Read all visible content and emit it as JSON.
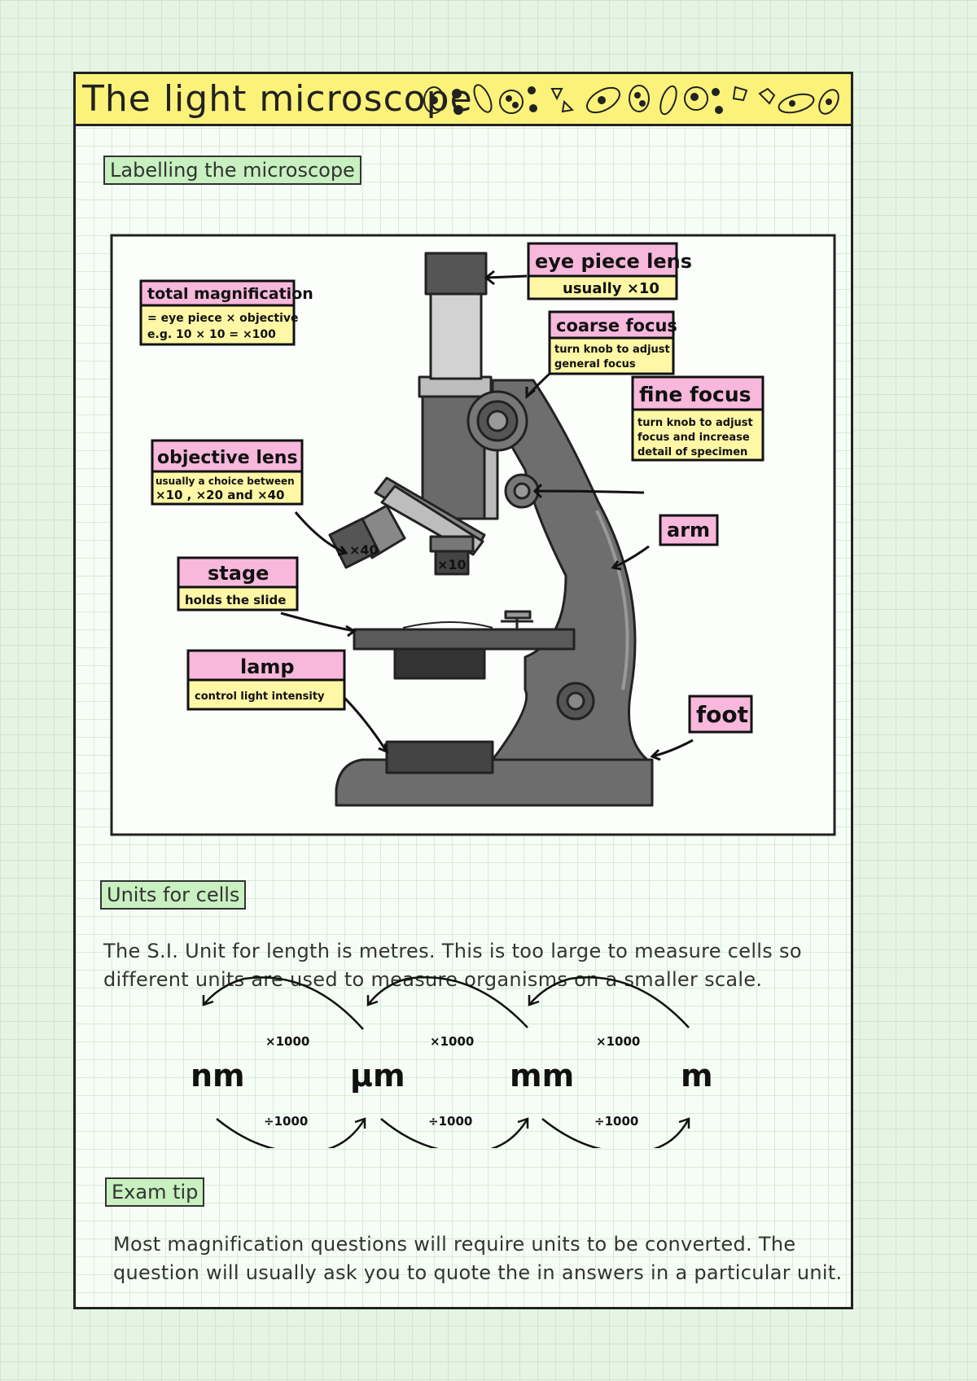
{
  "title": "The light microscope",
  "sections": {
    "labelling": "Labelling the microscope",
    "units": "Units for cells",
    "exam_tip": "Exam tip"
  },
  "labels": {
    "total_magnification": {
      "title": "total magnification",
      "line1": "= eye piece × objective",
      "line2": "e.g. 10 × 10 = ×100"
    },
    "eye_piece": {
      "title": "eye piece lens",
      "line1": "usually ×10"
    },
    "coarse_focus": {
      "title": "coarse focus",
      "line1": "turn knob to adjust",
      "line2": "general focus"
    },
    "fine_focus": {
      "title": "fine focus",
      "line1": "turn knob to adjust",
      "line2": "focus and increase",
      "line3": "detail of specimen"
    },
    "objective": {
      "title": "objective lens",
      "line1": "usually a choice between",
      "line2": "×10 , ×20 and ×40"
    },
    "arm": {
      "title": "arm"
    },
    "stage": {
      "title": "stage",
      "line1": "holds the slide"
    },
    "lamp": {
      "title": "lamp",
      "line1": "control light intensity"
    },
    "foot": {
      "title": "foot"
    },
    "lens_x40": "×40",
    "lens_x10": "×10"
  },
  "units_text": {
    "line1": "The S.I. Unit for length is metres.  This is too large to measure cells so",
    "line2": "different units are used to measure organisms on a smaller scale."
  },
  "units": [
    "nm",
    "μm",
    "mm",
    "m"
  ],
  "conversion": {
    "up": "×1000",
    "down": "÷1000"
  },
  "exam_text": {
    "line1": "Most magnification questions will require units to be converted. The",
    "line2": "question will usually ask you to quote the in answers in a particular unit."
  },
  "colors": {
    "title_bar": "#fbf27a",
    "label_pink": "#f7b8dc",
    "label_yellow": "#fdf7a6",
    "section_green": "#c8f0c0"
  }
}
